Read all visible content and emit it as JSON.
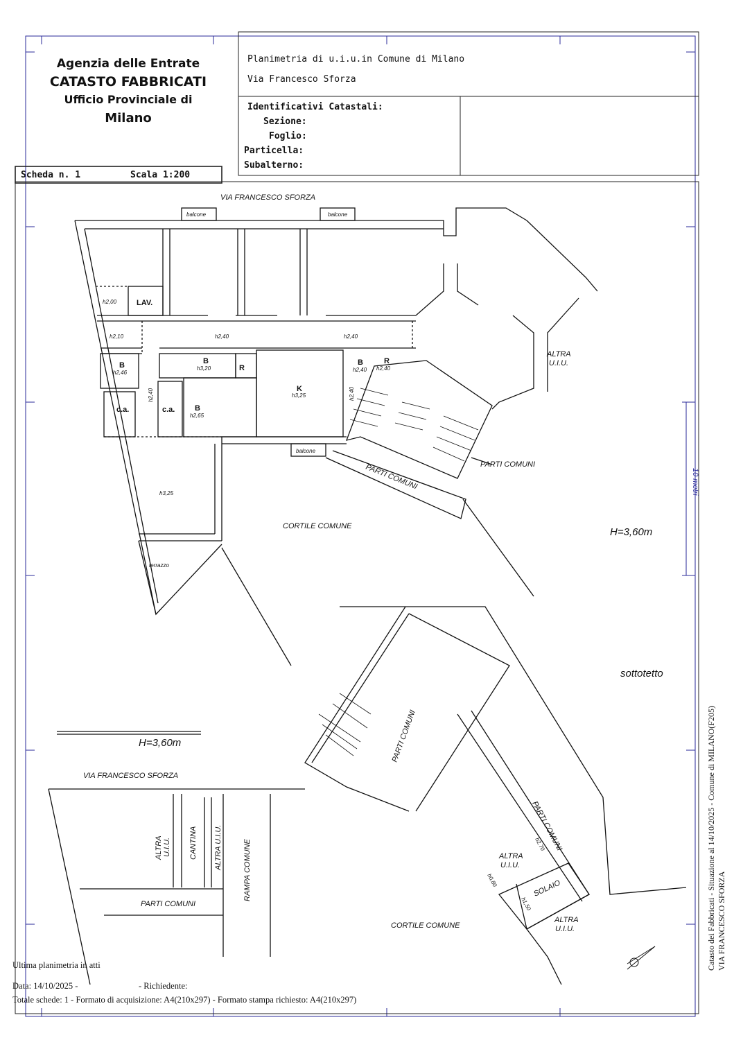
{
  "header": {
    "agency": "Agenzia delle Entrate",
    "catasto": "CATASTO FABBRICATI",
    "ufficio": "Ufficio Provinciale di",
    "city": "Milano",
    "planimetria": "Planimetria di u.i.u.in Comune di Milano",
    "address": "Via Francesco Sforza",
    "identificativi": "Identificativi Catastali:",
    "sezione": "Sezione:",
    "foglio": "Foglio:",
    "particella": "Particella:",
    "subalterno": "Subalterno:",
    "scheda": "Scheda n. 1",
    "scala": "Scala 1:200"
  },
  "plan": {
    "street_top": "VIA FRANCESCO SFORZA",
    "balcone": "balcone",
    "lav": "LAV.",
    "b": "B",
    "r": "R",
    "k": "K",
    "ca": "c.a.",
    "h200": "h2,00",
    "h210": "h2,10",
    "h240": "h2,40",
    "h246": "h2,46",
    "h320": "h3,20",
    "h325": "h3,25",
    "h265": "h2,65",
    "terrazzo": "terrazzo",
    "altra_uiu": "ALTRA\nU.I.U.",
    "altra": "ALTRA",
    "uiu": "U.I.U.",
    "parti_comuni": "PARTI COMUNI",
    "cortile": "CORTILE COMUNE",
    "h360": "H=3,60m",
    "metri": "10 metri",
    "sottotetto": "sottotetto",
    "street_bottom": "VIA FRANCESCO SFORZA",
    "cantina": "CANTINA",
    "altra_uiu_inline": "ALTRA U.I.U.",
    "rampa": "RAMPA COMUNE",
    "solaio": "SOLAIO",
    "h270": "h2,70",
    "h080": "h0,80",
    "h150": "h1,50"
  },
  "footer": {
    "ultima": "Ultima planimetria in atti",
    "data": "Data: 14/10/2025 -",
    "richiedente": "- Richiedente:",
    "totale": "Totale schede: 1 - Formato di acquisizione: A4(210x297)  - Formato stampa richiesto: A4(210x297)"
  },
  "side": {
    "line1": "Catasto dei Fabbricati - Situazione al 14/10/2025 - Comune di MILANO(F205)",
    "line2": "VIA FRANCESCO SFORZA"
  }
}
